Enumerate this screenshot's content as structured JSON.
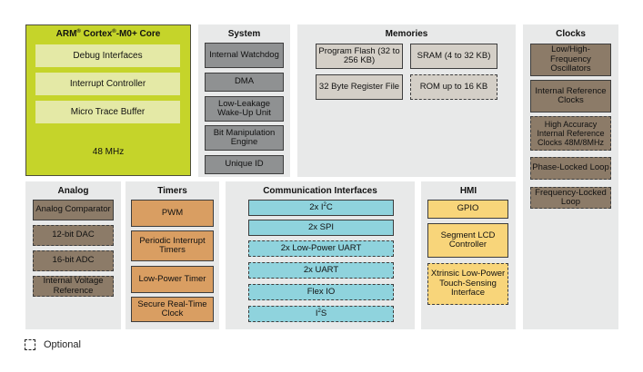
{
  "core": {
    "title": "ARM® Cortex®-M0+ Core",
    "title_parts": [
      "ARM",
      "®",
      " Cortex",
      "®",
      "-M0+ Core"
    ],
    "blocks": [
      "Debug Interfaces",
      "Interrupt Controller",
      "Micro Trace Buffer"
    ],
    "frequency": "48 MHz",
    "color": "#c5d42a"
  },
  "system": {
    "title": "System",
    "color": "#8f9192",
    "blocks": [
      {
        "label": "Internal Watchdog",
        "optional": false
      },
      {
        "label": "DMA",
        "optional": false
      },
      {
        "label": "Low-Leakage Wake-Up Unit",
        "optional": false
      },
      {
        "label": "Bit Manipulation Engine",
        "optional": false
      },
      {
        "label": "Unique ID",
        "optional": false
      }
    ]
  },
  "memories": {
    "title": "Memories",
    "color": "#d4cfc7",
    "blocks": [
      {
        "label": "Program Flash (32 to 256 KB)",
        "optional": false
      },
      {
        "label": "SRAM (4 to 32 KB)",
        "optional": false
      },
      {
        "label": "32 Byte Register File",
        "optional": false
      },
      {
        "label": "ROM up to 16 KB",
        "optional": true
      }
    ]
  },
  "clocks": {
    "title": "Clocks",
    "color": "#8c7b68",
    "blocks": [
      {
        "label": "Low/High-Frequency Oscillators",
        "optional": false
      },
      {
        "label": "Internal Reference Clocks",
        "optional": false
      },
      {
        "label": "High Accuracy Internal Reference Clocks 48M/8MHz",
        "optional": true
      },
      {
        "label": "Phase-Locked Loop",
        "optional": true
      },
      {
        "label": "Frequency-Locked Loop",
        "optional": true
      }
    ]
  },
  "analog": {
    "title": "Analog",
    "color": "#8c7b68",
    "blocks": [
      {
        "label": "Analog Comparator",
        "optional": false
      },
      {
        "label": "12-bit DAC",
        "optional": true
      },
      {
        "label": "16-bit ADC",
        "optional": true
      },
      {
        "label": "Internal Voltage Reference",
        "optional": true
      }
    ]
  },
  "timers": {
    "title": "Timers",
    "color": "#d99e62",
    "blocks": [
      {
        "label": "PWM",
        "optional": false
      },
      {
        "label": "Periodic Interrupt Timers",
        "optional": false
      },
      {
        "label": "Low-Power Timer",
        "optional": false
      },
      {
        "label": "Secure Real-Time Clock",
        "optional": false
      }
    ]
  },
  "comm": {
    "title": "Communication Interfaces",
    "color": "#8fd3dd",
    "blocks": [
      {
        "label": "2x I²C",
        "optional": false
      },
      {
        "label": "2x SPI",
        "optional": false
      },
      {
        "label": "2x Low-Power UART",
        "optional": true
      },
      {
        "label": "2x UART",
        "optional": true
      },
      {
        "label": "Flex IO",
        "optional": true
      },
      {
        "label": "I²S",
        "optional": true
      }
    ]
  },
  "hmi": {
    "title": "HMI",
    "color": "#f8d57a",
    "blocks": [
      {
        "label": "GPIO",
        "optional": false
      },
      {
        "label": "Segment LCD Controller",
        "optional": false
      },
      {
        "label": "Xtrinsic Low-Power Touch-Sensing Interface",
        "optional": true
      }
    ]
  },
  "legend": {
    "label": "Optional",
    "icon": "dashed-box-icon"
  }
}
